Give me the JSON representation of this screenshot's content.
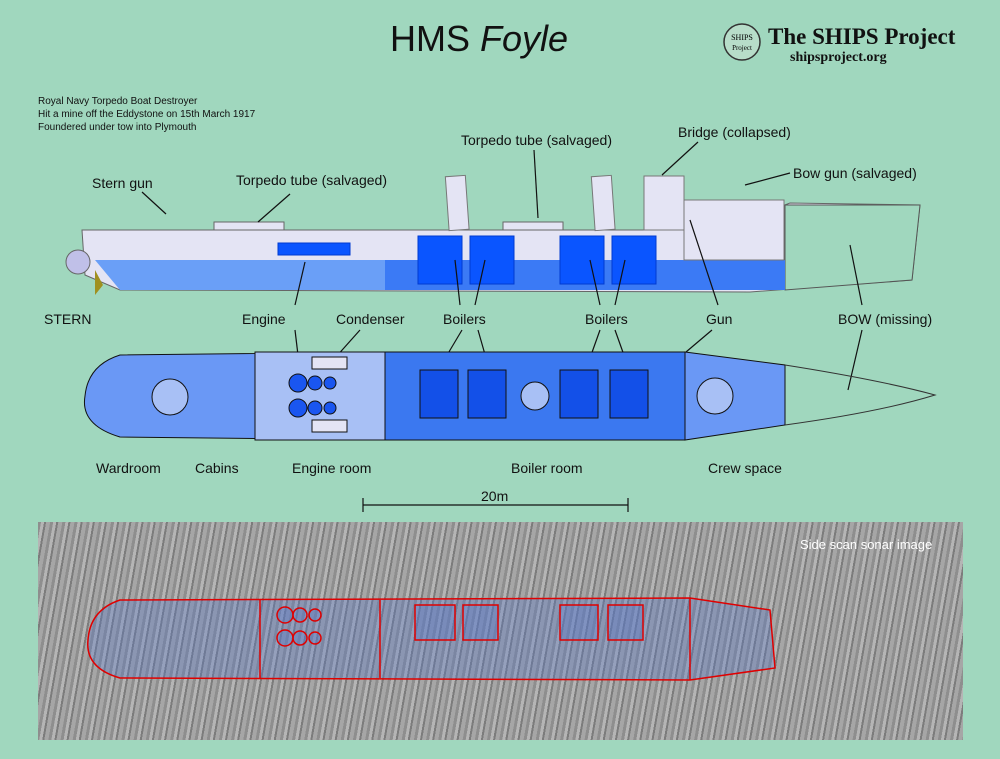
{
  "title": {
    "prefix": "HMS",
    "name": "Foyle"
  },
  "brand": {
    "name": "The SHIPS Project",
    "url": "shipsproject.org",
    "logo_text": "SHIPS Project"
  },
  "info": [
    "Royal Navy Torpedo Boat Destroyer",
    "Hit a mine off the Eddystone on 15th March 1917",
    "Foundered under tow into Plymouth"
  ],
  "labels": {
    "stern_gun": "Stern gun",
    "torpedo_aft": "Torpedo tube (salvaged)",
    "torpedo_mid": "Torpedo tube (salvaged)",
    "bridge": "Bridge (collapsed)",
    "bow_gun": "Bow gun (salvaged)",
    "stern": "STERN",
    "engine": "Engine",
    "condenser": "Condenser",
    "boilers1": "Boilers",
    "boilers2": "Boilers",
    "gun": "Gun",
    "bow": "BOW (missing)",
    "wardroom": "Wardroom",
    "cabins": "Cabins",
    "engine_room": "Engine room",
    "boiler_room": "Boiler room",
    "crew_space": "Crew space",
    "scale": "20m",
    "sonar": "Side scan sonar image"
  },
  "colors": {
    "background": "#a0d7be",
    "hull": "#e4e4f4",
    "water": "#6a9ff7",
    "boiler": "#0a55ff",
    "outline": "#e00000"
  }
}
